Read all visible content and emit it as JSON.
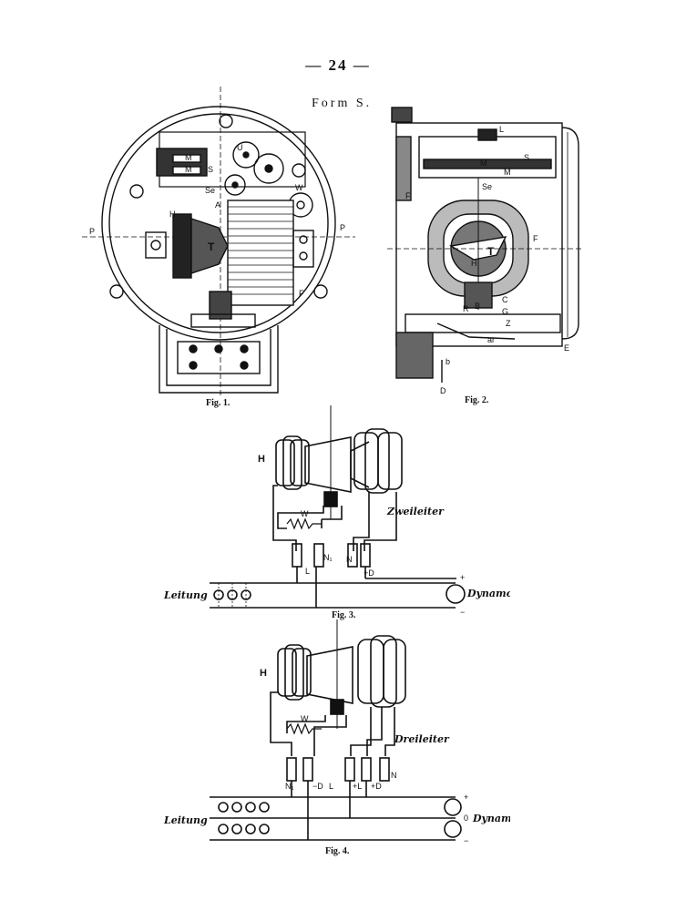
{
  "page_number": "— 24 —",
  "form_label": "Form S.",
  "fig1": {
    "caption": "Fig. 1.",
    "labels": {
      "U": "U",
      "M1": "M",
      "M2": "M",
      "S": "S",
      "Se": "Se",
      "W": "W",
      "A": "A",
      "H": "H",
      "T": "T",
      "F": "F",
      "P_left": "P",
      "P_right": "P"
    }
  },
  "fig2": {
    "caption": "Fig. 2.",
    "labels": {
      "L": "L",
      "S": "S",
      "M1": "M",
      "M2": "M",
      "Se": "Se",
      "F_left": "F",
      "F_right": "F",
      "T": "T",
      "H": "H",
      "R": "R",
      "B": "B",
      "C": "C",
      "G": "G",
      "Z": "Z",
      "ar": "ar",
      "b": "b",
      "D": "D",
      "E": "E"
    }
  },
  "fig3": {
    "caption": "Fig. 3.",
    "mode": "Zweileiter",
    "leitung": "Leitung",
    "dynamo": "Dynamo",
    "labels": {
      "H": "H",
      "W": "W",
      "N1": "N₁",
      "N": "N",
      "L": "L",
      "plusD": "+D",
      "plus": "+",
      "minus": "−"
    }
  },
  "fig4": {
    "caption": "Fig. 4.",
    "mode": "Dreileiter",
    "leitung": "Leitung",
    "dynamo": "Dynamo",
    "labels": {
      "H": "H",
      "W": "W",
      "N1": "N₁",
      "N": "N",
      "minusD": "−D",
      "L": "L",
      "plusL": "+L",
      "plusD": "+D",
      "plus": "+",
      "zero": "0",
      "minus": "−"
    }
  }
}
